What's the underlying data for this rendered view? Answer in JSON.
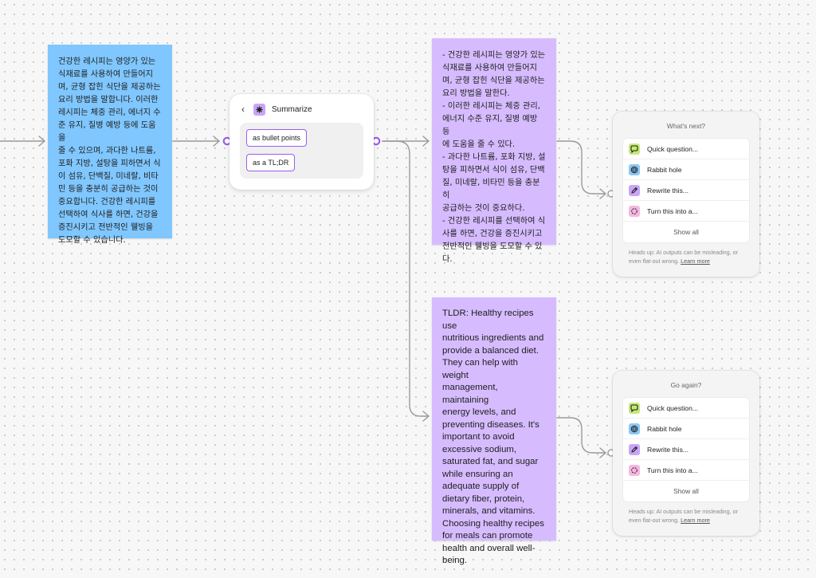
{
  "notes": {
    "korean_source": "건강한 레시피는 영양가 있는\n식재료를 사용하여 만들어지\n며, 균형 잡힌 식단을 제공하는\n요리 방법을 말합니다. 이러한\n레시피는 체중 관리, 에너지 수\n준 유지, 질병 예방 등에 도움을\n줄 수 있으며, 과다한 나트륨,\n포화 지방, 설탕을 피하면서 식\n이 섬유, 단백질, 미네랄, 비타\n민 등을 충분히 공급하는 것이\n중요합니다. 건강한 레시피를\n선택하여 식사를 하면, 건강을\n증진시키고 전반적인 웰빙을\n도모할 수 있습니다.",
    "bullet_output": "- 건강한 레시피는 영양가 있는\n식재료를 사용하여 만들어지\n며, 균형 잡힌 식단을 제공하는\n요리 방법을 말한다.\n- 이러한 레시피는 체중 관리,\n에너지 수준 유지, 질병 예방 등\n에 도움을 줄 수 있다.\n- 과다한 나트륨, 포화 지방, 설\n탕을 피하면서 식이 섬유, 단백\n질, 미네랄, 비타민 등을 충분히\n공급하는 것이 중요하다.\n- 건강한 레시피를 선택하여 식\n사를 하면, 건강을 증진시키고\n전반적인 웰빙을 도모할 수 있\n다.",
    "tldr_output": "TLDR: Healthy recipes use\nnutritious ingredients and\nprovide a balanced diet.\nThey can help with weight\nmanagement, maintaining\nenergy levels, and\npreventing diseases. It's\nimportant to avoid\nexcessive sodium,\nsaturated fat, and sugar\nwhile ensuring an\nadequate supply of\ndietary fiber, protein,\nminerals, and vitamins.\nChoosing healthy recipes\nfor meals can promote\nhealth and overall well-\nbeing."
  },
  "summarize": {
    "back_icon": "chevron-left-icon",
    "icon": "sparkle-icon",
    "title": "Summarize",
    "options": [
      "as bullet points",
      "as a TL;DR"
    ]
  },
  "next_menu": {
    "title": "What's next?",
    "items": [
      {
        "label": "Quick question...",
        "icon": "speech-bubble-icon",
        "color": "#c6e87a"
      },
      {
        "label": "Rabbit hole",
        "icon": "spiral-icon",
        "color": "#8cc8f5"
      },
      {
        "label": "Rewrite this...",
        "icon": "pencil-icon",
        "color": "#c9a5f6"
      },
      {
        "label": "Turn this into a...",
        "icon": "shuffle-icon",
        "color": "#f5b8e0"
      }
    ],
    "show_all": "Show all",
    "footer": "Heads up: AI outputs can be misleading, or even flat-out wrong.",
    "learn_more": "Learn more"
  },
  "again_menu": {
    "title": "Go again?",
    "items": [
      {
        "label": "Quick question...",
        "icon": "speech-bubble-icon",
        "color": "#c6e87a"
      },
      {
        "label": "Rabbit hole",
        "icon": "spiral-icon",
        "color": "#8cc8f5"
      },
      {
        "label": "Rewrite this...",
        "icon": "pencil-icon",
        "color": "#c9a5f6"
      },
      {
        "label": "Turn this into a...",
        "icon": "shuffle-icon",
        "color": "#f5b8e0"
      }
    ],
    "show_all": "Show all",
    "footer": "Heads up: AI outputs can be misleading, or even flat-out wrong.",
    "learn_more": "Learn more"
  },
  "colors": {
    "sticky_blue": "#80c7ff",
    "sticky_purple": "#d6bcff",
    "accent": "#9b5cf0",
    "connector": "#9a9a9a"
  }
}
